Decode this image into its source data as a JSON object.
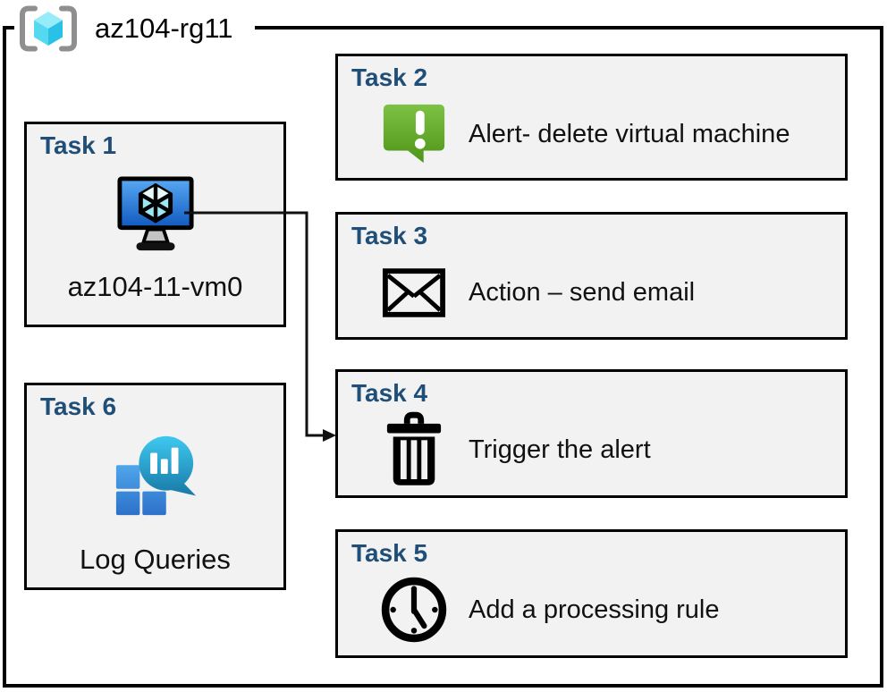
{
  "resource_group": {
    "name": "az104-rg11",
    "icon": "resource-group-icon"
  },
  "tasks": [
    {
      "title": "Task 1",
      "label": "az104-11-vm0",
      "icon": "virtual-machine-icon"
    },
    {
      "title": "Task 2",
      "label": "Alert- delete virtual machine",
      "icon": "alert-message-icon"
    },
    {
      "title": "Task 3",
      "label": "Action – send email",
      "icon": "email-envelope-icon"
    },
    {
      "title": "Task 4",
      "label": "Trigger the alert",
      "icon": "trash-delete-icon"
    },
    {
      "title": "Task 5",
      "label": "Add a processing rule",
      "icon": "clock-schedule-icon"
    },
    {
      "title": "Task 6",
      "label": "Log Queries",
      "icon": "log-queries-icon"
    }
  ],
  "connector": {
    "from": "Task 1 virtual machine",
    "to": "Task 4"
  },
  "colors": {
    "task_title": "#1F4E79",
    "box_background": "#F2F2F2",
    "box_border": "#000000",
    "alert_green": "#64AC2B",
    "vm_screen_blue": "#2F80D9",
    "log_teal": "#2BB3DE",
    "log_square_blue": "#3B8BDD",
    "rg_cube_cyan": "#50D8EF",
    "rg_bracket_gray": "#8F8F8F"
  }
}
